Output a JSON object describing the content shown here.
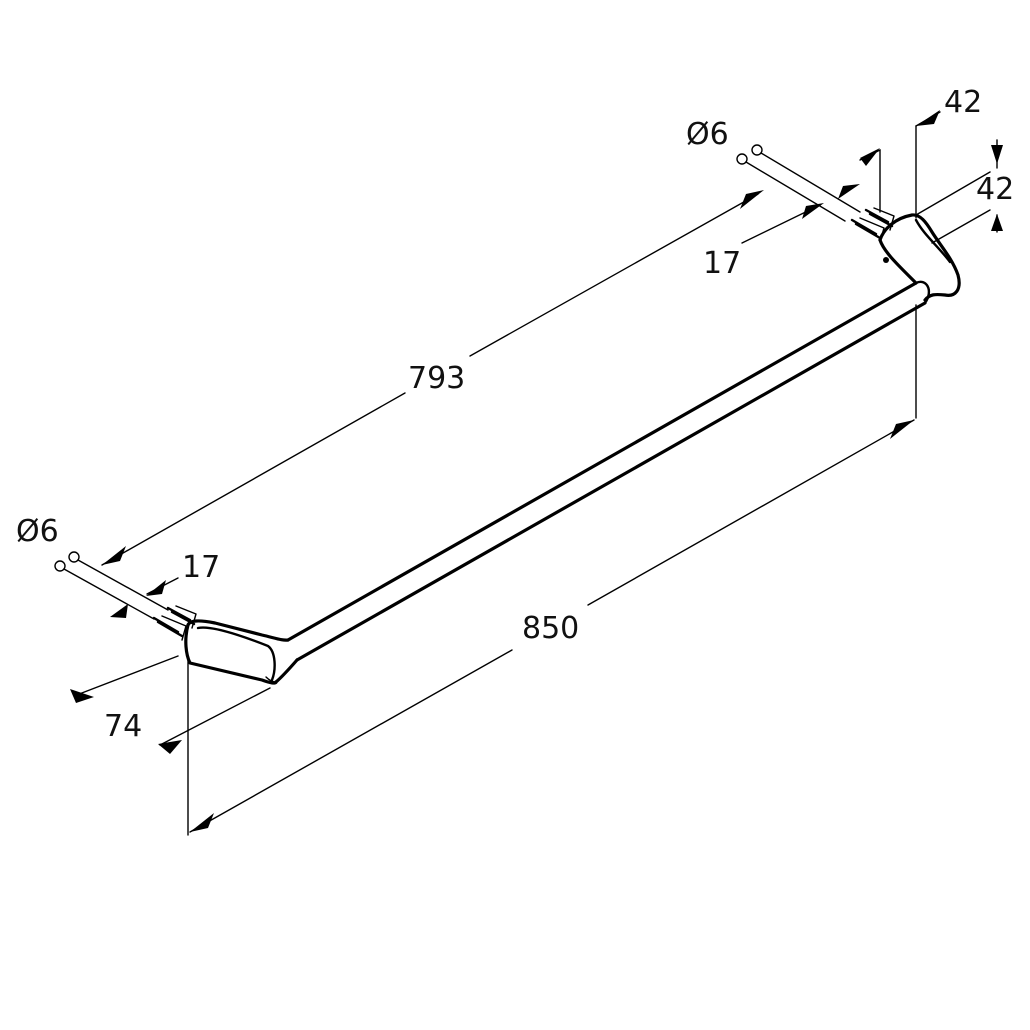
{
  "drawing": {
    "dimensions": {
      "length_total": "850",
      "length_between": "793",
      "depth_left": "74",
      "height_right_top": "42",
      "height_right_side": "42",
      "screw_depth_left": "17",
      "screw_depth_right": "17",
      "screw_diameter_left": "Ø6",
      "screw_diameter_right": "Ø6"
    }
  }
}
